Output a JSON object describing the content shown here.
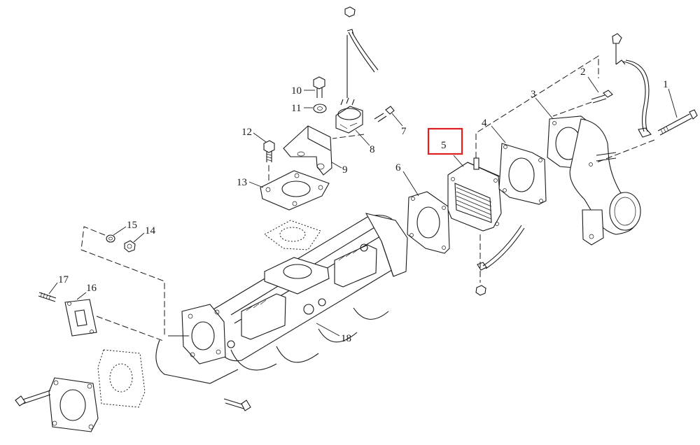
{
  "diagram": {
    "part_numbers": [
      "1",
      "2",
      "3",
      "4",
      "5",
      "6",
      "7",
      "8",
      "9",
      "10",
      "11",
      "12",
      "13",
      "14",
      "15",
      "16",
      "17",
      "18"
    ],
    "highlighted_part": "5",
    "highlight_color": "#e02020",
    "line_color": "#1a1a1a"
  }
}
